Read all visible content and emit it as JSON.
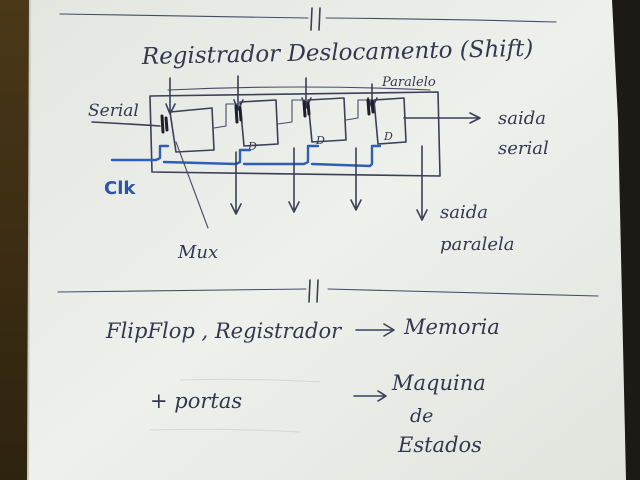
{
  "notes": {
    "title": "Registrador Deslocamento (Shift)",
    "label_paralelo_top": "Paralelo",
    "label_serial_in": "Serial",
    "label_saida_serial": [
      "saida",
      "serial"
    ],
    "label_clk": "Clk",
    "label_saida_paralela": [
      "saida",
      "paralela"
    ],
    "label_mux": "Mux",
    "line_flipflop": "FlipFlop , Registrador",
    "arrow_memoria": "Memoria",
    "line_portas": "+ portas",
    "arrow_maquina": [
      "Maquina",
      "de",
      "Estados"
    ],
    "ff_clock_mark": "D"
  },
  "colors": {
    "paper": "#eef0ec",
    "ink": "#3b3f58",
    "clock_ink": "#2e5fb8",
    "desk": "#3a2c14"
  }
}
